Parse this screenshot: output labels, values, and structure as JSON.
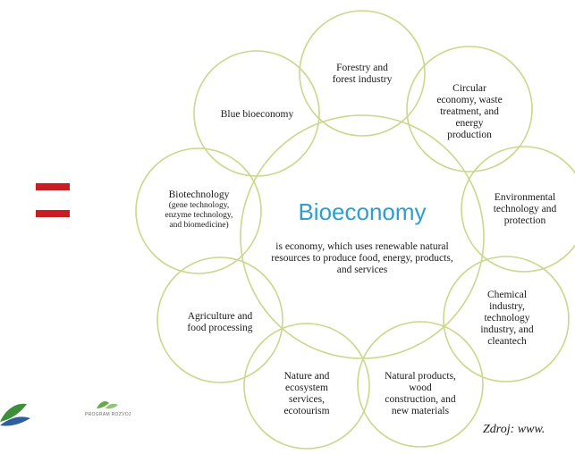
{
  "center": {
    "title": "Bioeconomy",
    "description": "is economy, which uses renewable natural resources to produce food, energy, products, and services"
  },
  "sectors": [
    {
      "lines": [
        "Forestry and",
        "forest industry"
      ],
      "sub": []
    },
    {
      "lines": [
        "Circular",
        "economy, waste",
        "treatment, and",
        "energy",
        "production"
      ],
      "sub": []
    },
    {
      "lines": [
        "Environmental",
        "technology and",
        "protection"
      ],
      "sub": []
    },
    {
      "lines": [
        "Chemical",
        "industry,",
        "technology",
        "industry, and",
        "cleantech"
      ],
      "sub": []
    },
    {
      "lines": [
        "Natural products,",
        "wood",
        "construction, and",
        "new materials"
      ],
      "sub": []
    },
    {
      "lines": [
        "Nature and",
        "ecosystem",
        "services,",
        "ecotourism"
      ],
      "sub": []
    },
    {
      "lines": [
        "Agriculture and",
        "food processing"
      ],
      "sub": []
    },
    {
      "lines": [
        "Biotechnology"
      ],
      "sub": [
        "(gene technology,",
        "enzyme technology,",
        "and biomedicine)"
      ]
    },
    {
      "lines": [
        "Blue bioeconomy"
      ],
      "sub": []
    }
  ],
  "source": "Zdroj: www.",
  "logo_text": "PROGRAM ROZVOJ",
  "colors": {
    "circle_stroke": "#c9d88a",
    "title": "#2a9fd0",
    "equals": "#c91d24"
  }
}
